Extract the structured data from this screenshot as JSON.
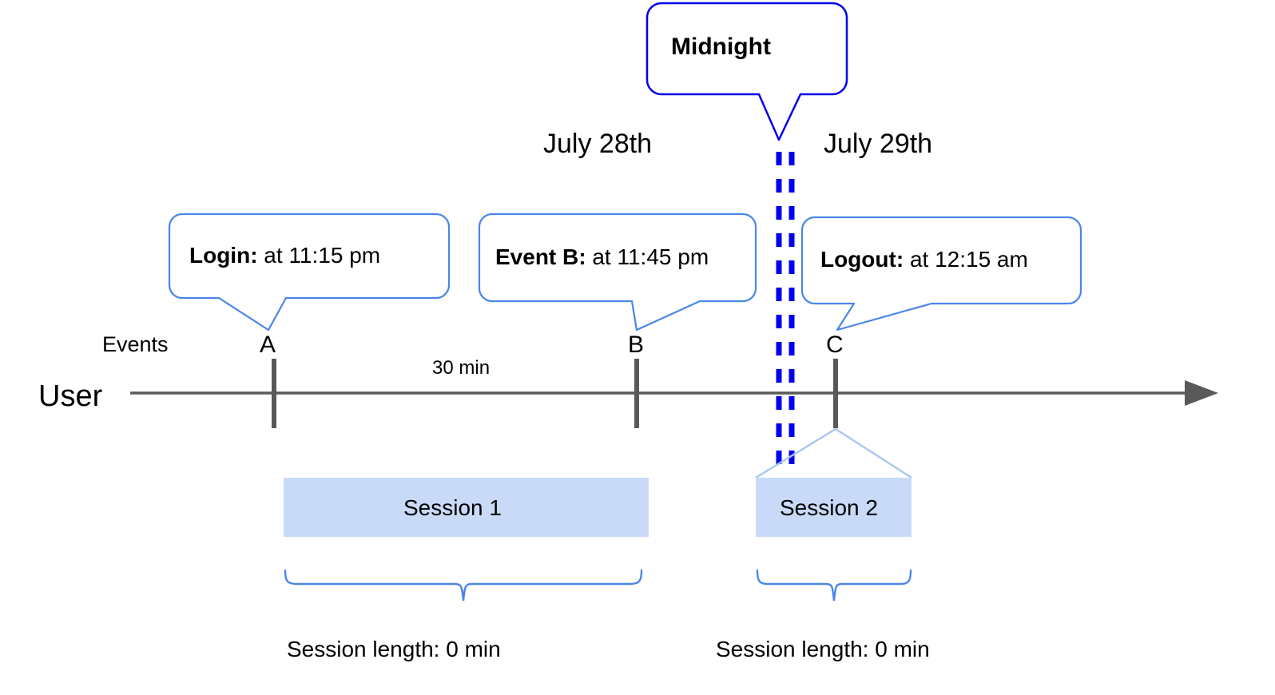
{
  "diagram": {
    "title_callout": {
      "label": "Midnight",
      "border_color": "#0000ee"
    },
    "dates": {
      "left": "July 28th",
      "right": "July 29th"
    },
    "axis": {
      "row_label": "User",
      "events_label": "Events",
      "line_color": "#595959",
      "arrow": "right-arrow"
    },
    "events": [
      {
        "marker": "A",
        "callout_bold": "Login:",
        "callout_rest": " at 11:15 pm"
      },
      {
        "marker": "B",
        "callout_bold": "Event B:",
        "callout_rest": " at 11:45 pm"
      },
      {
        "marker": "C",
        "callout_bold": "Logout:",
        "callout_rest": " at 12:15 am"
      }
    ],
    "gap_label": "30 min",
    "sessions": [
      {
        "label": "Session 1",
        "length_label": "Session length: 0 min"
      },
      {
        "label": "Session 2",
        "length_label": "Session length: 0 min"
      }
    ],
    "colors": {
      "session_fill": "#c9daf8",
      "callout_border": "#4a86e8",
      "brace": "#4a86e8",
      "midnight_dash": "#0000ee",
      "axis": "#595959"
    }
  }
}
